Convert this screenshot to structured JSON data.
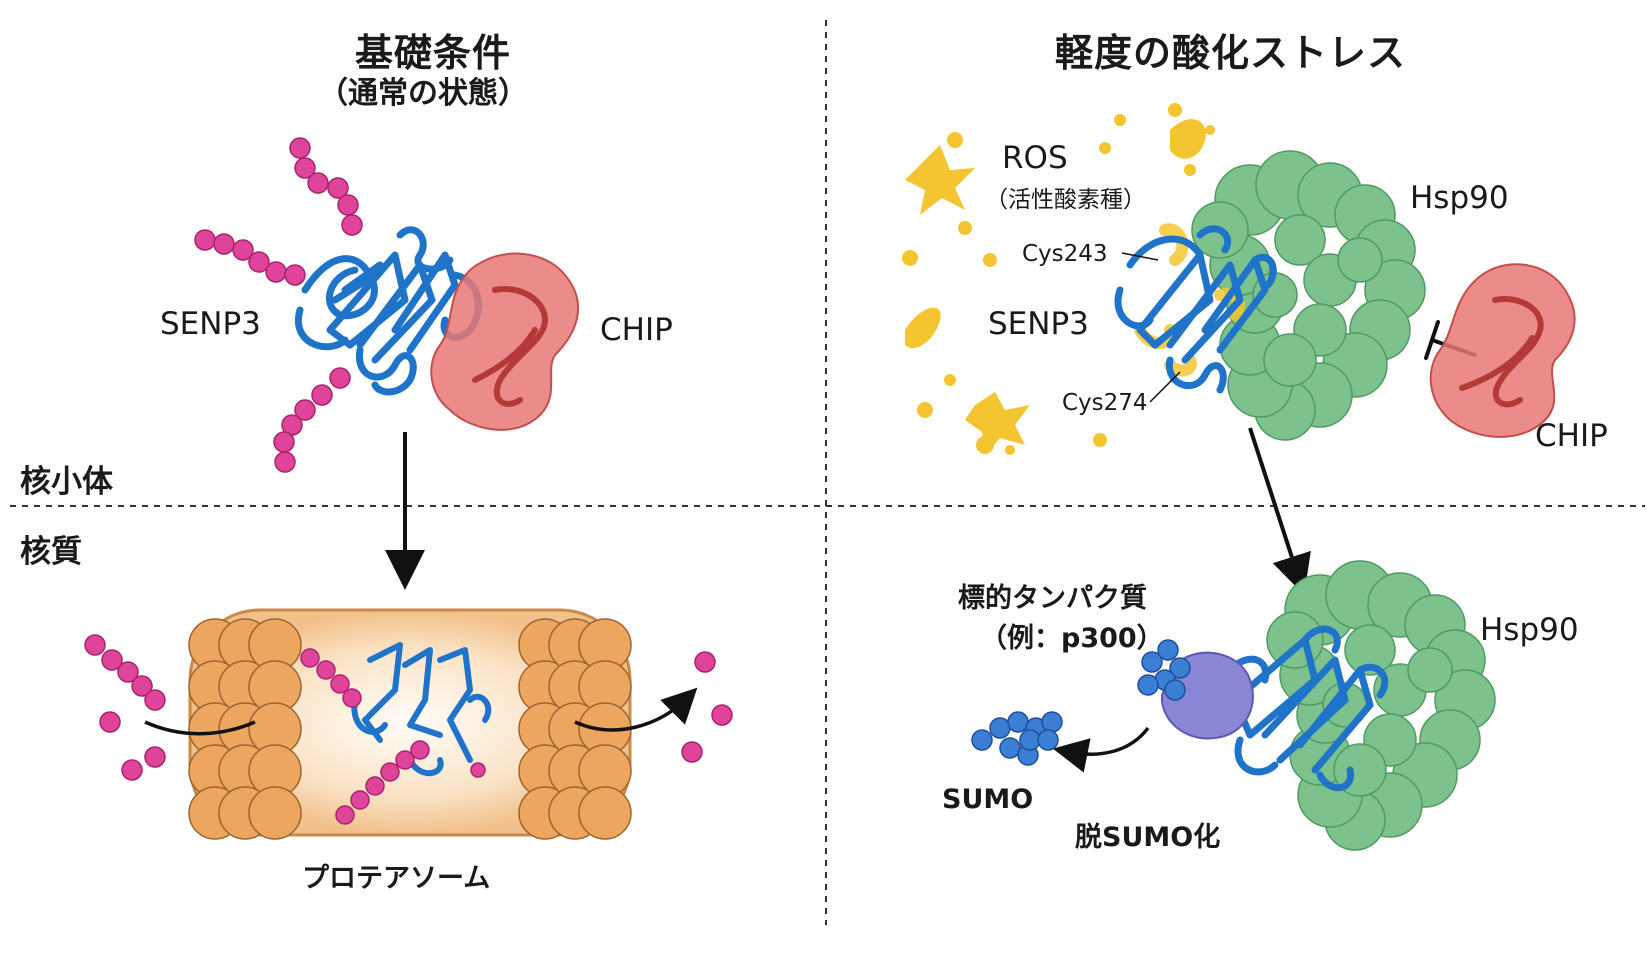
{
  "left_panel": {
    "title": "基礎条件",
    "subtitle": "（通常の状態）",
    "senp3": "SENP3",
    "chip": "CHIP",
    "nucleolus": "核小体",
    "nucleoplasm": "核質",
    "proteasome": "プロテアソーム"
  },
  "right_panel": {
    "title": "軽度の酸化ストレス",
    "ros": "ROS",
    "ros_sub": "（活性酸素種）",
    "cys243": "Cys243",
    "cys274": "Cys274",
    "senp3": "SENP3",
    "hsp90_top": "Hsp90",
    "chip": "CHIP",
    "target": "標的タンパク質",
    "target_example": "（例：p300）",
    "hsp90_bottom": "Hsp90",
    "sumo": "SUMO",
    "desumo": "脱SUMO化"
  },
  "colors": {
    "senp3": "#1f74c9",
    "sumo_chain": "#e0449a",
    "chip": "#e87876",
    "hsp90": "#7dc28d",
    "ros": "#f4c531",
    "proteasome": "#eda660",
    "target": "#8a86d6",
    "sumo": "#3a7fd4"
  }
}
